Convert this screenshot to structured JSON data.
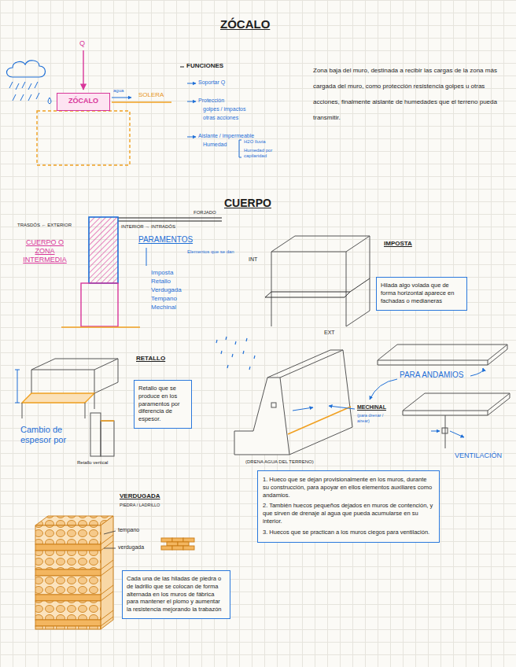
{
  "diagram": {
    "title": "ZÓCALO",
    "nodes": [
      {
        "text": [
          "ZÓCALO"
        ]
      },
      {
        "text": [
          "Hilada algo volada que de forma horizontal aparece en fachadas o medianeras"
        ]
      },
      {
        "text": [
          "Retallo que se produce en los paramentos por diferencia de espesor."
        ]
      },
      {
        "text": [
          "1. Hueco que se dejan provisionalmente en los muros, durante su construcción, para apoyar en ellos elementos auxiliares como andamios.",
          "2. También huecos pequeños dejados en muros de contención, y que sirven de drenaje al agua que pueda acumularse en su interior.",
          "3. Huecos que se practican a los muros ciegos para ventilación."
        ]
      },
      {
        "text": [
          "Cada una de las hiladas de piedra o de ladrillo que se colocan de forma alternada en los muros de fábrica para mantener el plomo y aumentar la resistencia mejorando la trabazón"
        ]
      }
    ],
    "labels": [
      "Q",
      "agua",
      "SOLERA",
      "FUNCIONES",
      "Soportar Q",
      "Protección",
      "golpes / impactos",
      "otras acciones",
      "Aislante / impermeable",
      "Humedad",
      "H2O lluvia",
      "Humedad por capilaridad",
      "Zona baja del muro, destinada a recibir las cargas de la zona más cargada del muro, como protección resistencia golpes u otras acciones, finalmente aislante de humedades que el terreno pueda transmitir.",
      "CUERPO",
      "TRASDÓS ← EXTERIOR",
      "INTERIOR → INTRADÓS",
      "FORJADO",
      "CUERPO O ZONA INTERMEDIA",
      "PARAMENTOS",
      "Elementos que se dan",
      "Imposta",
      "Retallo",
      "Verdugada",
      "Tempano",
      "Mechinal",
      "INT",
      "EXT",
      "IMPOSTA",
      "RETALLO",
      "Cambio de espesor por",
      "Retallo vertical",
      "MECHINAL",
      "(para drenar / airear)",
      "(DRENA AGUA DEL TERRENO)",
      "PARA ANDAMIOS",
      "VENTILACIÓN",
      "VERDUGADA",
      "PIEDRA / LADRILLO",
      "tempano",
      "verdugada"
    ]
  }
}
